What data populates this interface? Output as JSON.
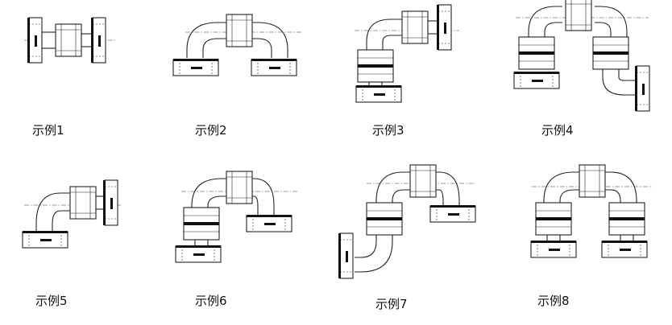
{
  "examples": [
    {
      "id": 1,
      "label": "示例1"
    },
    {
      "id": 2,
      "label": "示例2"
    },
    {
      "id": 3,
      "label": "示例3"
    },
    {
      "id": 4,
      "label": "示例4"
    },
    {
      "id": 5,
      "label": "示例5"
    },
    {
      "id": 6,
      "label": "示例6"
    },
    {
      "id": 7,
      "label": "示例7"
    },
    {
      "id": 8,
      "label": "示例8"
    }
  ]
}
